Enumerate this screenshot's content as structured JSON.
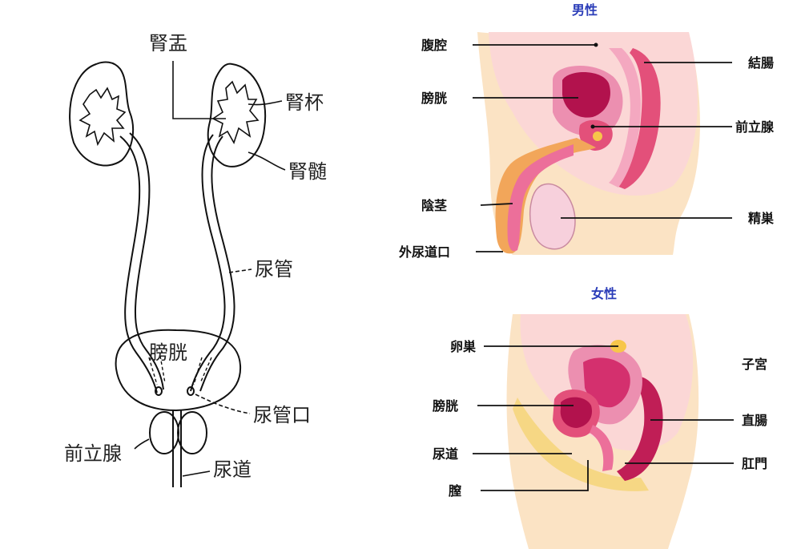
{
  "left_diagram": {
    "labels": {
      "renal_pelvis": "腎盂",
      "calyx": "腎杯",
      "parenchyma": "腎髄",
      "ureter": "尿管",
      "bladder": "膀胱",
      "ureteral_orifice": "尿管口",
      "prostate": "前立腺",
      "urethra": "尿道"
    }
  },
  "male_diagram": {
    "title": "男性",
    "labels": {
      "peritoneal_cavity": "腹腔",
      "bladder": "膀胱",
      "penis": "陰茎",
      "external_urethral_orifice": "外尿道口",
      "colon": "結腸",
      "prostate": "前立腺",
      "testis": "精巣"
    }
  },
  "female_diagram": {
    "title": "女性",
    "labels": {
      "ovary": "卵巣",
      "uterus": "子宮",
      "bladder": "膀胱",
      "rectum": "直腸",
      "urethra": "尿道",
      "anus": "肛門",
      "vagina": "膣"
    }
  },
  "colors": {
    "line": "#111111",
    "title": "#2a3cb8",
    "skin": "#fbe3c4",
    "pink_light": "#f7c9d7",
    "pink": "#ec8fb0",
    "magenta": "#d4306e",
    "dark_red": "#b2124d",
    "orange": "#f2a65a",
    "yellow": "#f6d784"
  }
}
